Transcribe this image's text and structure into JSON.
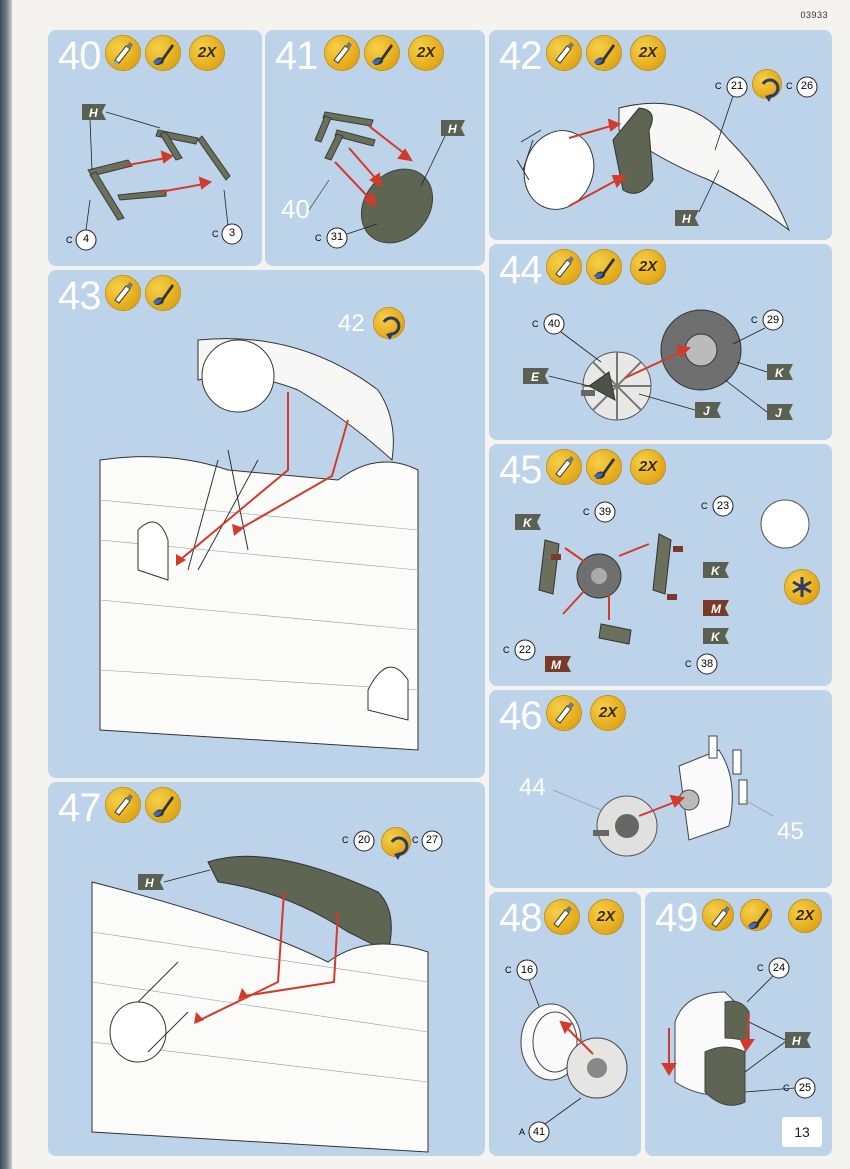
{
  "page": {
    "code": "03933",
    "number": "13"
  },
  "steps": {
    "s40": {
      "number": "40",
      "badge": "2X",
      "parts": [
        "4",
        "3"
      ],
      "flags": [
        "H"
      ],
      "letters": [
        "C",
        "C"
      ]
    },
    "s41": {
      "number": "41",
      "badge": "2X",
      "parts": [
        "31"
      ],
      "flags": [
        "H"
      ],
      "refs": [
        "40"
      ],
      "letters": [
        "C"
      ]
    },
    "s42": {
      "number": "42",
      "badge": "2X",
      "parts": [
        "21",
        "26"
      ],
      "flags": [
        "H"
      ],
      "letters": [
        "C",
        "C"
      ]
    },
    "s43": {
      "number": "43",
      "refs": [
        "42"
      ]
    },
    "s44": {
      "number": "44",
      "badge": "2X",
      "parts": [
        "40",
        "29"
      ],
      "flags": [
        "E",
        "K",
        "J",
        "J"
      ],
      "letters": [
        "C",
        "C"
      ]
    },
    "s45": {
      "number": "45",
      "badge": "2X",
      "parts": [
        "39",
        "23",
        "22",
        "38"
      ],
      "flags": [
        "K",
        "K",
        "M",
        "K",
        "M"
      ],
      "letters": [
        "C",
        "C",
        "C",
        "C"
      ]
    },
    "s46": {
      "number": "46",
      "badge": "2X",
      "refs": [
        "44",
        "45"
      ]
    },
    "s47": {
      "number": "47",
      "parts": [
        "20",
        "27"
      ],
      "flags": [
        "H"
      ],
      "letters": [
        "C",
        "C"
      ]
    },
    "s48": {
      "number": "48",
      "badge": "2X",
      "parts": [
        "16",
        "41"
      ],
      "letters": [
        "C",
        "A"
      ]
    },
    "s49": {
      "number": "49",
      "badge": "2X",
      "parts": [
        "24",
        "25"
      ],
      "flags": [
        "H"
      ],
      "letters": [
        "C",
        "C"
      ]
    }
  },
  "icons": [
    "glue-icon",
    "paint-brush-icon",
    "decal-icon",
    "flip-icon",
    "multi-glue-icon"
  ],
  "colors": {
    "panel": "#bcd3ea",
    "badge": "#e2a817",
    "dark_green": "#6a705c",
    "red_arrow": "#d23a2a",
    "brown_flag": "#7a3a2a"
  }
}
